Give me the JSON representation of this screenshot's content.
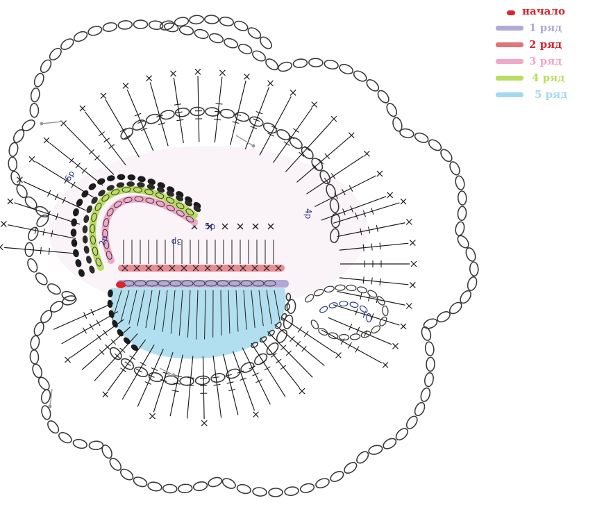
{
  "legend": {
    "start": {
      "label": "начало",
      "color": "#d9262e"
    },
    "rows": [
      {
        "label": "1 ряд",
        "color": "#b3a9d6"
      },
      {
        "label": "2 ряд",
        "color": "#e0747a",
        "label_color": "#d9262e"
      },
      {
        "label": "3 ряд",
        "color": "#f0a8c8"
      },
      {
        "label": "4 ряд",
        "color": "#b9dd60"
      },
      {
        "label": "5 ряд",
        "color": "#a4d9ec"
      }
    ]
  },
  "diagram": {
    "row_marks": [
      "6р",
      "5р",
      "2р",
      "3р",
      "4р"
    ],
    "colors": {
      "outline": "#3a3a3a",
      "ink": "#1c1c1c",
      "blue_pen": "#2e3c8a",
      "row1": "#b3a9d6",
      "row2": "#e0747a",
      "row3": "#f0a8c8",
      "row4": "#b9dd60",
      "row5": "#a4d9ec",
      "start": "#d9262e",
      "arrow": "#9a9a9a"
    }
  }
}
